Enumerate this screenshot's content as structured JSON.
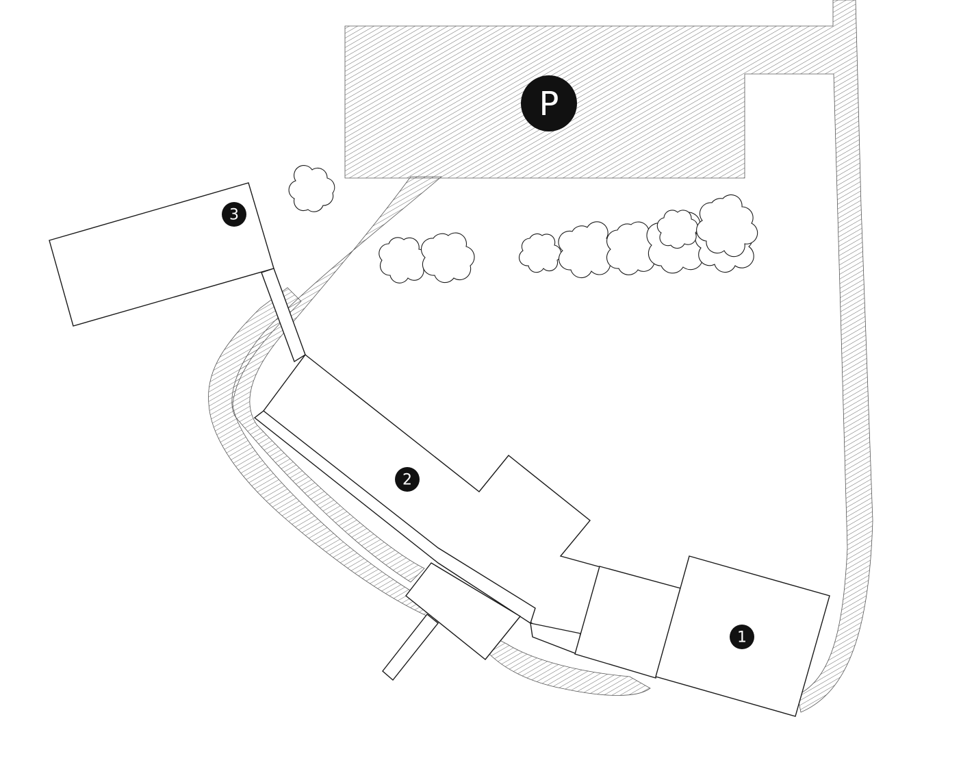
{
  "map": {
    "colors": {
      "ink": "#1a1a1a",
      "marker_fill": "#111111",
      "marker_text": "#ffffff",
      "hatch": "#555555",
      "background": "#ffffff"
    },
    "parking": {
      "label": "P"
    },
    "buildings": [
      {
        "label": "1"
      },
      {
        "label": "2"
      },
      {
        "label": "3"
      }
    ]
  }
}
